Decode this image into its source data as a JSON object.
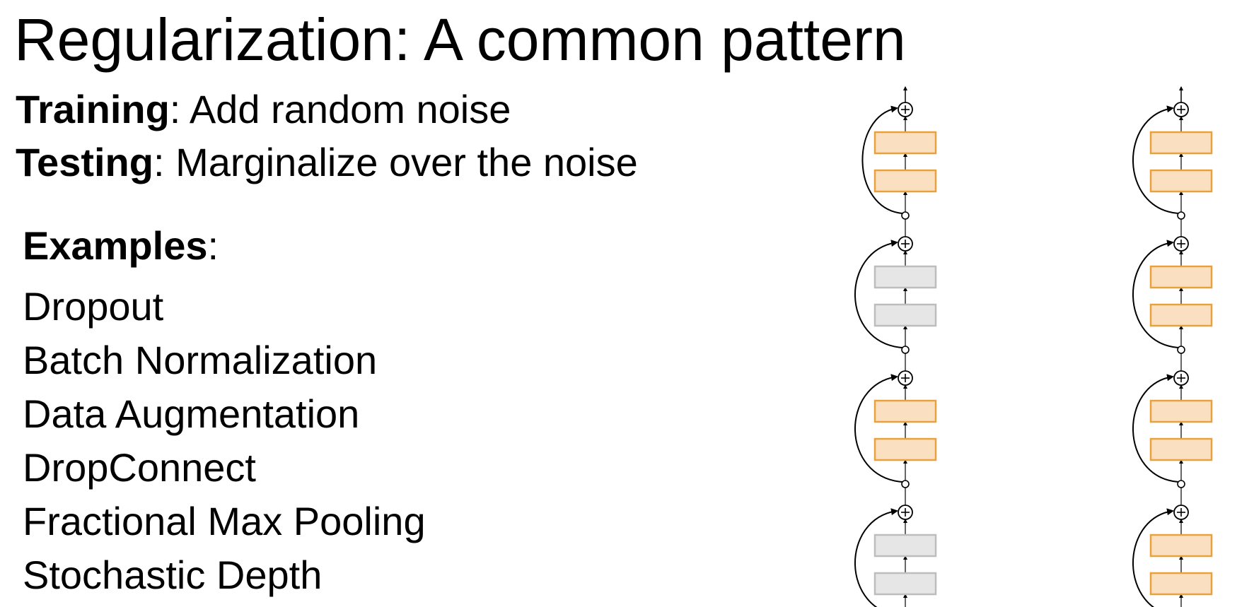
{
  "slide": {
    "title": "Regularization: A common pattern",
    "training": {
      "label": "Training",
      "text": ": Add random noise"
    },
    "testing": {
      "label": "Testing",
      "text": ": Marginalize over the noise"
    },
    "examples": {
      "label": "Examples",
      "suffix": ":",
      "items": [
        "Dropout",
        "Batch Normalization",
        "Data Augmentation",
        "DropConnect",
        "Fractional Max Pooling",
        "Stochastic Depth"
      ]
    }
  },
  "diagram": {
    "columns": [
      {
        "blocks_active": [
          true,
          false,
          true,
          false
        ]
      },
      {
        "blocks_active": [
          true,
          true,
          true,
          true
        ]
      }
    ],
    "colors": {
      "active_fill": "#fbdfc1",
      "active_stroke": "#e9a23b",
      "inactive_fill": "#e6e6e6",
      "inactive_stroke": "#bdbdbd",
      "line": "#000000"
    },
    "icons": [
      "sum-node-icon",
      "skip-arrow-icon",
      "residual-layer-icon"
    ]
  }
}
